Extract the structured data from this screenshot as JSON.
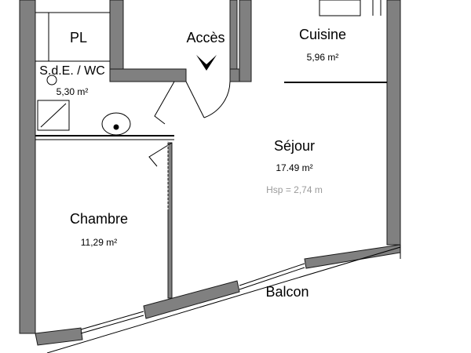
{
  "plan": {
    "access_label": "Accès",
    "balcony_label": "Balcon",
    "ceiling_height": "Hsp = 2,74 m",
    "rooms": [
      {
        "id": "pl",
        "name": "PL",
        "area": ""
      },
      {
        "id": "sde",
        "name": "S.d.E. / WC",
        "area": "5,30 m²"
      },
      {
        "id": "cuisine",
        "name": "Cuisine",
        "area": "5,96 m²"
      },
      {
        "id": "sejour",
        "name": "Séjour",
        "area": "17.49 m²"
      },
      {
        "id": "chambre",
        "name": "Chambre",
        "area": "11,29 m²"
      }
    ],
    "colors": {
      "wall": "#808080",
      "wall_edge": "#1a1a1a",
      "line": "#000000",
      "hsp_text": "#9a9a9a"
    }
  }
}
